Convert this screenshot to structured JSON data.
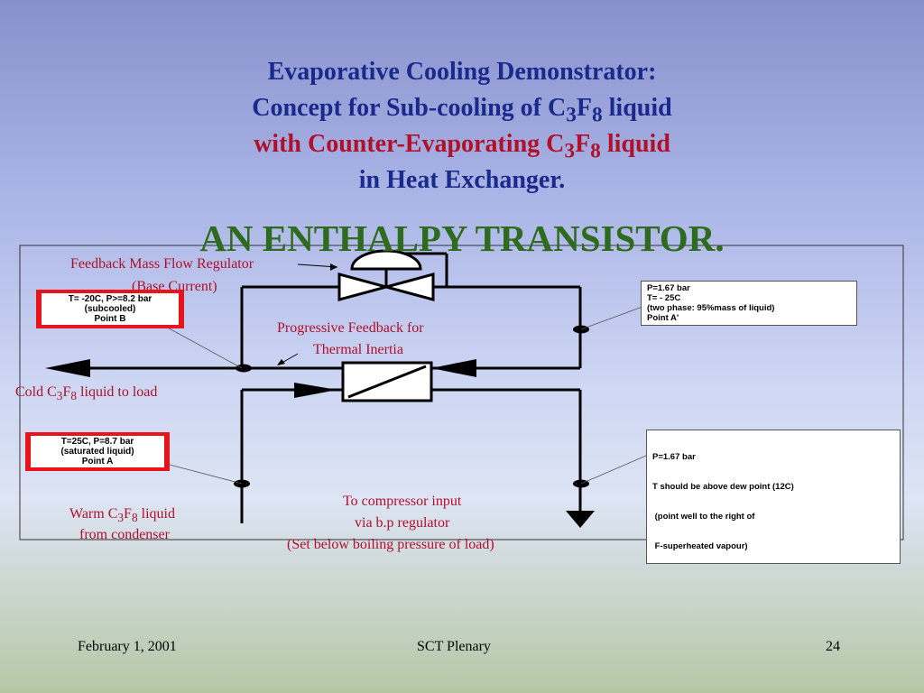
{
  "title": {
    "line1": "Evaporative Cooling Demonstrator:",
    "line2_pre": "Concept for Sub-cooling of C",
    "line2_sub1": "3",
    "line2_mid": "F",
    "line2_sub2": "8",
    "line2_post": " liquid",
    "line3_pre": "with Counter-Evaporating C",
    "line3_sub1": "3",
    "line3_mid": "F",
    "line3_sub2": "8",
    "line3_post": " liquid",
    "line4": "in Heat Exchanger."
  },
  "headline": "AN ENTHALPY TRANSISTOR.",
  "labels": {
    "feedback_regulator_1": "Feedback Mass Flow Regulator",
    "feedback_regulator_2": "(Base Current)",
    "progressive_1": "Progressive Feedback for",
    "progressive_2": "Thermal Inertia",
    "cold_pre": "Cold C",
    "cold_sub1": "3",
    "cold_mid": "F",
    "cold_sub2": "8",
    "cold_post": " liquid to load",
    "warm_pre": "Warm C",
    "warm_sub1": "3",
    "warm_mid": "F",
    "warm_sub2": "8",
    "warm_post": " liquid",
    "warm_2": "from condenser",
    "compressor_1": "To compressor input",
    "compressor_2": "via b.p regulator",
    "compressor_3": "(Set below boiling pressure of load)"
  },
  "boxes": {
    "point_b": [
      "T= -20C, P>=8.2 bar",
      "(subcooled)",
      "Point B"
    ],
    "point_a": [
      "T=25C, P=8.7 bar",
      "(saturated liquid)",
      "Point A"
    ],
    "point_a_prime": [
      "P=1.67 bar",
      "T= - 25C",
      "(two phase: 95%mass of liquid)",
      "Point A'"
    ],
    "superheated": [
      "P=1.67 bar",
      "T should be above dew point (12C)",
      " (point well to the right of",
      " F-superheated vapour)"
    ]
  },
  "footer": {
    "date": "February 1, 2001",
    "event": "SCT Plenary",
    "page": "24"
  }
}
